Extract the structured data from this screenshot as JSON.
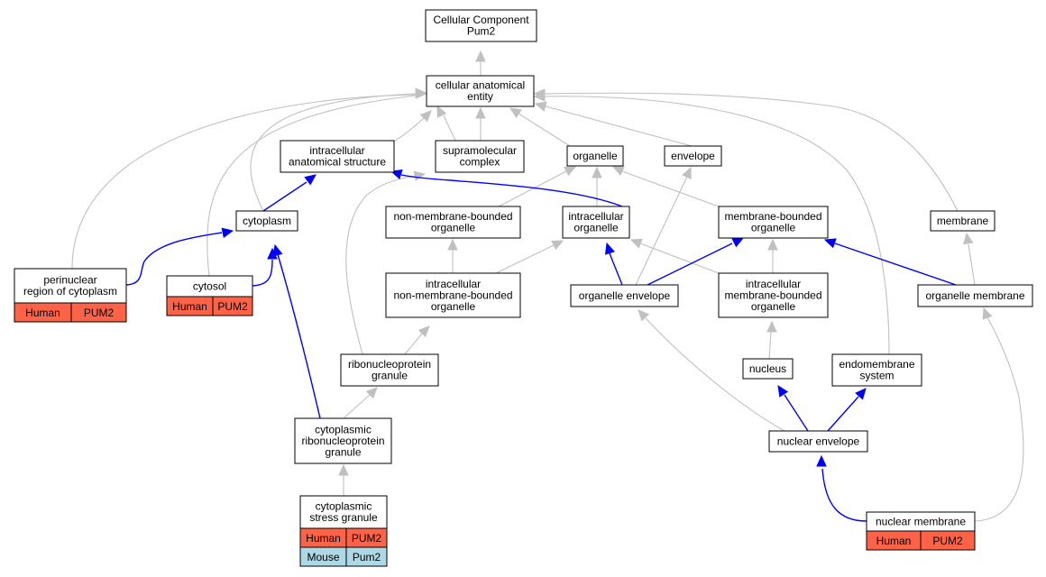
{
  "colors": {
    "gray_edge": "#c0c0c0",
    "blue_edge": "#0000ff",
    "node_border": "#000000",
    "node_fill": "#ffffff",
    "human_fill": "#ff6347",
    "mouse_fill": "#add8e6"
  },
  "nodes": {
    "root": [
      "Cellular Component",
      "Pum2"
    ],
    "cae": [
      "cellular anatomical",
      "entity"
    ],
    "ias": [
      "intracellular",
      "anatomical structure"
    ],
    "smc": [
      "supramolecular",
      "complex"
    ],
    "org": [
      "organelle"
    ],
    "env": [
      "envelope"
    ],
    "cyto": [
      "cytoplasm"
    ],
    "nmbo": [
      "non-membrane-bounded",
      "organelle"
    ],
    "io": [
      "intracellular",
      "organelle"
    ],
    "mbo": [
      "membrane-bounded",
      "organelle"
    ],
    "mem": [
      "membrane"
    ],
    "peri": [
      "perinuclear",
      "region of cytoplasm"
    ],
    "cytosol": [
      "cytosol"
    ],
    "inmbo": [
      "intracellular",
      "non-membrane-bounded",
      "organelle"
    ],
    "oenv": [
      "organelle envelope"
    ],
    "imbo": [
      "intracellular",
      "membrane-bounded",
      "organelle"
    ],
    "omem": [
      "organelle membrane"
    ],
    "rnp": [
      "ribonucleoprotein",
      "granule"
    ],
    "nuc": [
      "nucleus"
    ],
    "endo": [
      "endomembrane",
      "system"
    ],
    "crnp": [
      "cytoplasmic",
      "ribonucleoprotein",
      "granule"
    ],
    "nenv": [
      "nuclear envelope"
    ],
    "csg": [
      "cytoplasmic",
      "stress granule"
    ],
    "nmem": [
      "nuclear membrane"
    ]
  },
  "annotations": {
    "peri": [
      [
        "Human",
        "PUM2"
      ]
    ],
    "cytosol": [
      [
        "Human",
        "PUM2"
      ]
    ],
    "csg": [
      [
        "Human",
        "PUM2"
      ],
      [
        "Mouse",
        "Pum2"
      ]
    ],
    "nmem": [
      [
        "Human",
        "PUM2"
      ]
    ]
  }
}
